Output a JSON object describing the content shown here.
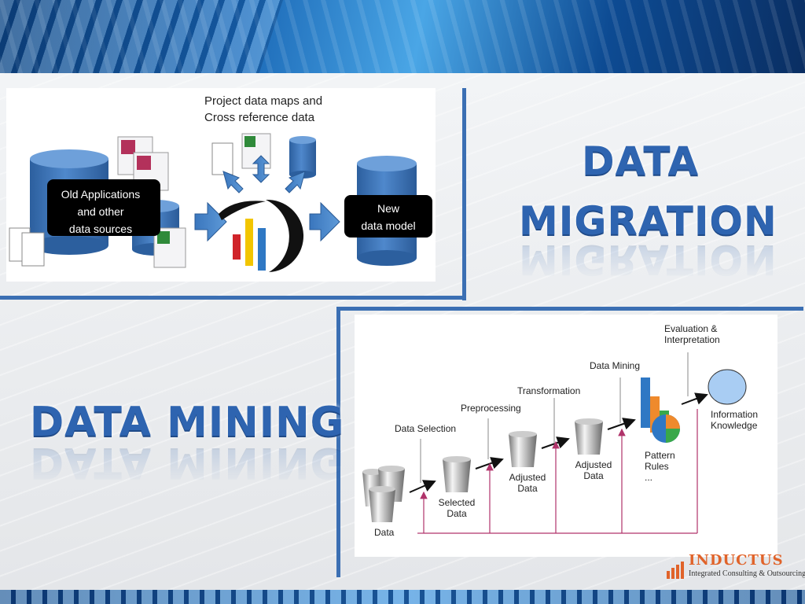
{
  "migration": {
    "title_line1": "DATA",
    "title_line2": "MIGRATION",
    "maps_label_line1": "Project data maps and",
    "maps_label_line2": "Cross reference data",
    "old_box_line1": "Old Applications",
    "old_box_line2": "and other",
    "old_box_line3": "data sources",
    "new_box_line1": "New",
    "new_box_line2": "data model"
  },
  "mining": {
    "title": "DATA MINING",
    "stages": {
      "data": "Data",
      "selection": "Data Selection",
      "selected_line1": "Selected",
      "selected_line2": "Data",
      "preprocessing": "Preprocessing",
      "adjusted1_line1": "Adjusted",
      "adjusted1_line2": "Data",
      "transformation": "Transformation",
      "adjusted2_line1": "Adjusted",
      "adjusted2_line2": "Data",
      "data_mining": "Data Mining",
      "pattern_line1": "Pattern",
      "pattern_line2": "Rules",
      "pattern_line3": "...",
      "evaluation_line1": "Evaluation &",
      "evaluation_line2": "Interpretation",
      "info_line1": "Information",
      "info_line2": "Knowledge"
    }
  },
  "logo": {
    "name": "INDUCTUS",
    "tagline": "Integrated Consulting & Outsourcing"
  },
  "colors": {
    "frame": "#3b6fb3",
    "title_blue": "#2e64b0",
    "arrow_blue": "#4a86c8",
    "cylinder_blue": "#3f74b6",
    "feedback_line": "#b0336a",
    "logo_orange": "#e0632a"
  }
}
